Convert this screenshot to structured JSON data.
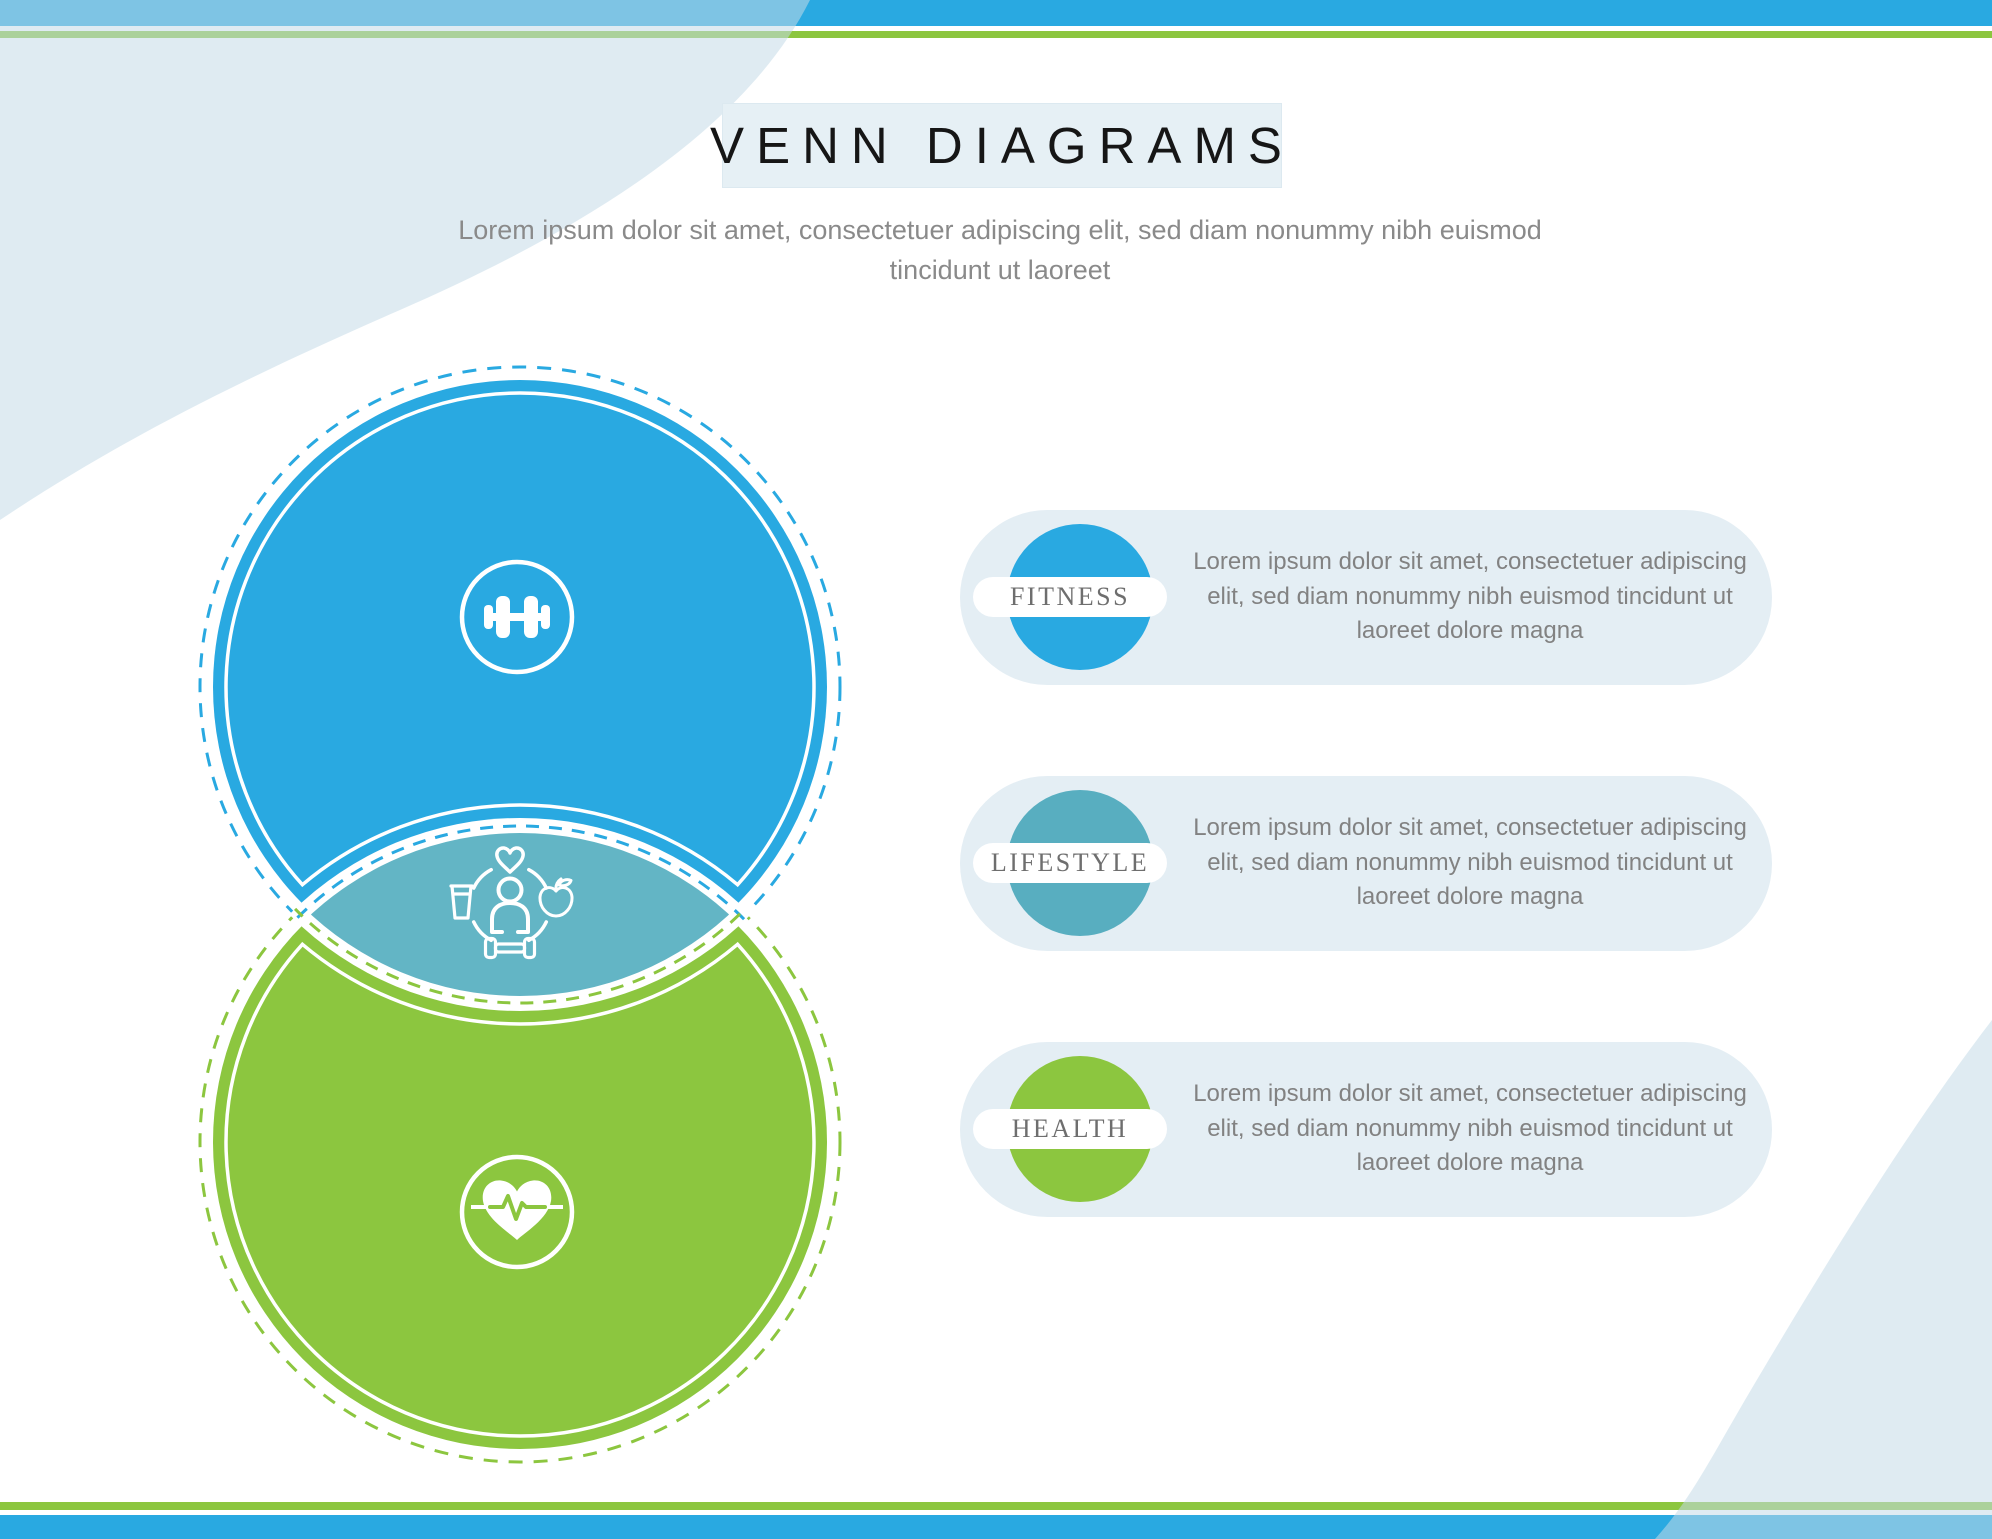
{
  "colors": {
    "blue": "#29A9E1",
    "green": "#8CC63F",
    "overlap_teal": "#63B5C5",
    "legend_teal": "#58AEC0",
    "panel_bg": "#E4EEF4",
    "title_box_bg": "#E6F0F5",
    "text_gray": "#8A8A8A"
  },
  "header": {
    "title": "VENN DIAGRAMS",
    "subtitle_line1": "Lorem ipsum dolor sit amet, consectetuer adipiscing elit, sed diam nonummy nibh euismod",
    "subtitle_line2": "tincidunt ut laoreet"
  },
  "venn": {
    "top_circle": {
      "name": "fitness",
      "color": "#29A9E1",
      "icon": "dumbbell-icon"
    },
    "bottom_circle": {
      "name": "health",
      "color": "#8CC63F",
      "icon": "heart-pulse-icon"
    },
    "overlap": {
      "name": "lifestyle",
      "color": "#63B5C5",
      "icon": "lifestyle-icon"
    }
  },
  "legend": {
    "items": [
      {
        "label": "FITNESS",
        "color": "#29A9E1",
        "text": "Lorem ipsum dolor sit amet, consectetuer adipiscing elit, sed diam nonummy nibh euismod tincidunt ut laoreet dolore magna"
      },
      {
        "label": "LIFESTYLE",
        "color": "#58AEC0",
        "text": "Lorem ipsum dolor sit amet, consectetuer adipiscing elit, sed diam nonummy nibh euismod tincidunt ut laoreet dolore magna"
      },
      {
        "label": "HEALTH",
        "color": "#8CC63F",
        "text": "Lorem ipsum dolor sit amet, consectetuer adipiscing elit, sed diam nonummy nibh euismod tincidunt ut laoreet dolore magna"
      }
    ]
  }
}
